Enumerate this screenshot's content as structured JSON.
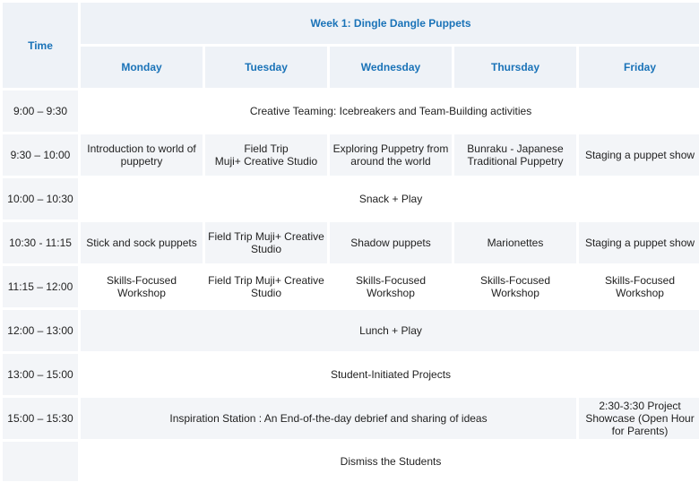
{
  "header": {
    "time_label": "Time",
    "week_title": "Week 1: Dingle Dangle Puppets",
    "days": [
      "Monday",
      "Tuesday",
      "Wednesday",
      "Thursday",
      "Friday"
    ]
  },
  "rows": [
    {
      "time": "9:00 – 9:30",
      "span": "Creative Teaming: Icebreakers and Team-Building activities"
    },
    {
      "time": "9:30 – 10:00",
      "cells": [
        "Introduction to world of puppetry",
        "Field Trip\nMuji+ Creative Studio",
        "Exploring Puppetry from around the world",
        "Bunraku - Japanese Traditional Puppetry",
        "Staging a puppet show"
      ]
    },
    {
      "time": "10:00 – 10:30",
      "span": "Snack + Play"
    },
    {
      "time": "10:30 - 11:15",
      "cells": [
        "Stick and sock puppets",
        "Field Trip Muji+ Creative Studio",
        "Shadow puppets",
        "Marionettes",
        "Staging a puppet show"
      ]
    },
    {
      "time": "11:15 – 12:00",
      "cells": [
        "Skills-Focused Workshop",
        "Field Trip Muji+ Creative Studio",
        "Skills-Focused Workshop",
        "Skills-Focused Workshop",
        "Skills-Focused Workshop"
      ]
    },
    {
      "time": "12:00 – 13:00",
      "span": "Lunch + Play"
    },
    {
      "time": "13:00 – 15:00",
      "span": "Student-Initiated Projects"
    },
    {
      "time": "15:00 – 15:30",
      "span4": "Inspiration Station : An End-of-the-day debrief and sharing of ideas",
      "friday": "2:30-3:30 Project Showcase (Open Hour for Parents)"
    },
    {
      "time": "",
      "span": "Dismiss the Students"
    }
  ]
}
